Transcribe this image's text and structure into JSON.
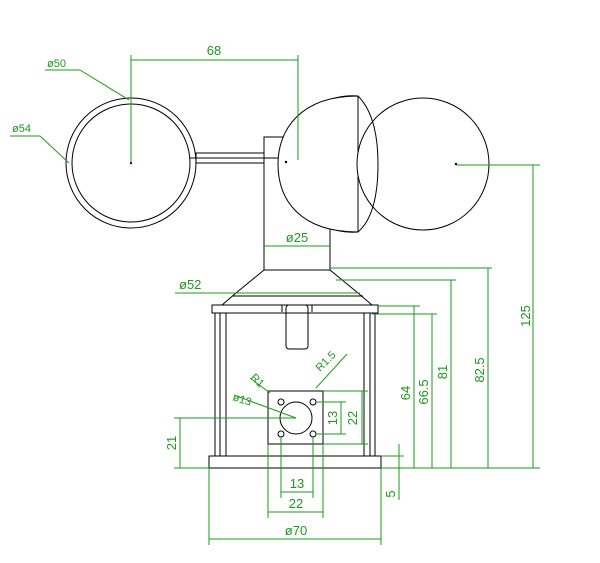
{
  "colors": {
    "outline": "#000000",
    "dimension": "#1a9a1a",
    "background": "#ffffff"
  },
  "dimensions": {
    "arm_length": "68",
    "cup_inner_dia": "ø50",
    "cup_outer_dia": "ø54",
    "shaft_dia": "ø25",
    "cap_dia": "ø52",
    "base_dia": "ø70",
    "total_height": "125",
    "height_82_5": "82.5",
    "height_81": "81",
    "height_66_5": "66.5",
    "height_64": "64",
    "base_thickness": "5",
    "plate_height": "21",
    "plate_width": "22",
    "plate_height_vertical": "22",
    "hole_spacing_h": "13",
    "hole_spacing_v": "13",
    "center_hole_dia": "ø13",
    "corner_radius": "R1",
    "hole_radius": "R1.5"
  }
}
